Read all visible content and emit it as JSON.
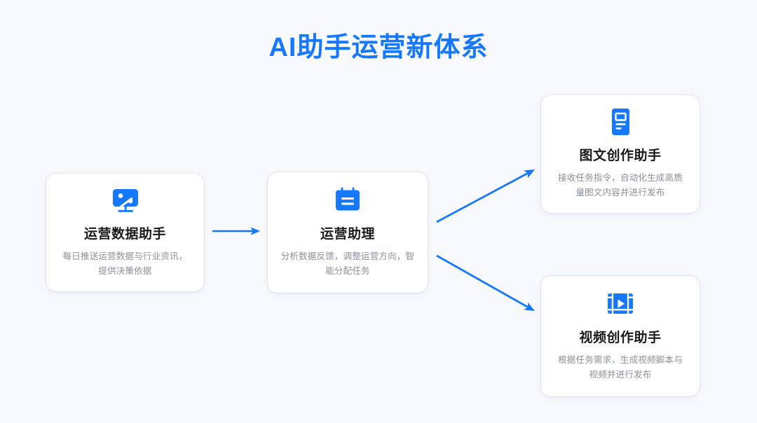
{
  "page": {
    "title": "AI助手运营新体系",
    "background_color": "#f7f9fc",
    "accent_color": "#1677ff",
    "title_color": "#1677ff",
    "card_title_color": "#1b1b1f",
    "card_desc_color": "#8a8f99",
    "card_background": "#ffffff"
  },
  "cards": [
    {
      "id": "operation-data-assistant",
      "icon": "monitor-percent-icon",
      "title": "运营数据助手",
      "desc": "每日推送运营数据与行业资讯，提供决策依据"
    },
    {
      "id": "operation-assistant",
      "icon": "calendar-list-icon",
      "title": "运营助理",
      "desc": "分析数据反馈，调整运营方向，智能分配任务"
    },
    {
      "id": "article-creation-assistant",
      "icon": "document-article-icon",
      "title": "图文创作助手",
      "desc": "接收任务指令，自动化生成高质量图文内容并进行发布"
    },
    {
      "id": "video-creation-assistant",
      "icon": "film-play-icon",
      "title": "视频创作助手",
      "desc": "根据任务需求，生成视频脚本与视频并进行发布"
    }
  ],
  "connectors": [
    {
      "id": "data-to-assistant",
      "from": "operation-data-assistant",
      "to": "operation-assistant",
      "direction": "right",
      "color": "#1677ff"
    },
    {
      "id": "assistant-to-article",
      "from": "operation-assistant",
      "to": "article-creation-assistant",
      "direction": "up-right",
      "color": "#1677ff"
    },
    {
      "id": "assistant-to-video",
      "from": "operation-assistant",
      "to": "video-creation-assistant",
      "direction": "down-right",
      "color": "#1677ff"
    }
  ]
}
